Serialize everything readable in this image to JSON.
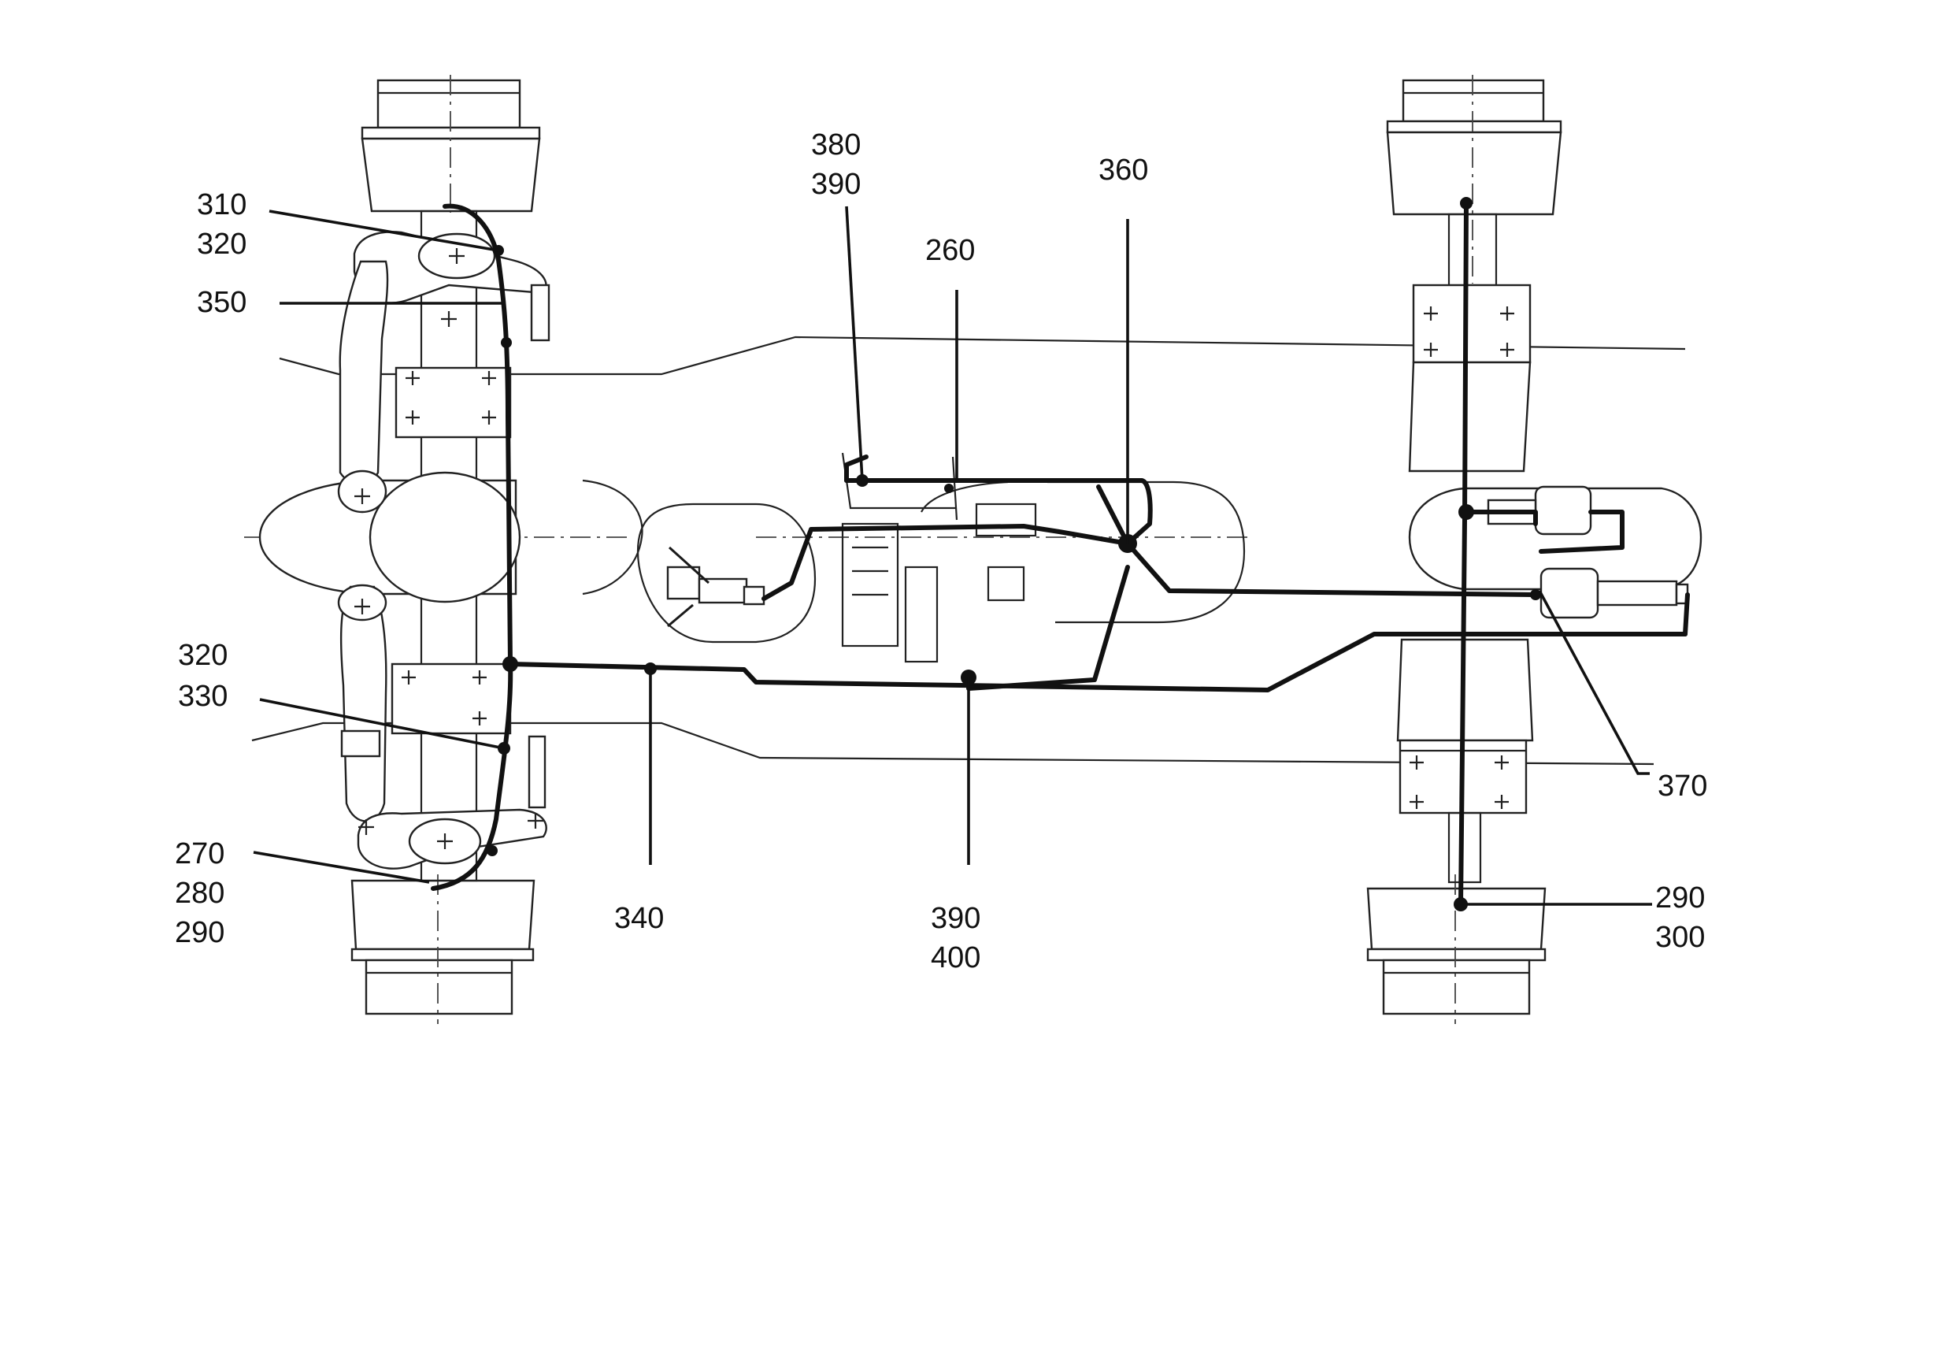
{
  "diagram": {
    "labels": {
      "l310": "310",
      "l320a": "320",
      "l350": "350",
      "l320b": "320",
      "l330": "330",
      "l270": "270",
      "l280": "280",
      "l290a": "290",
      "l340": "340",
      "l380": "380",
      "l390a": "390",
      "l260": "260",
      "l360": "360",
      "l390b": "390",
      "l400": "400",
      "l370": "370",
      "l290b": "290",
      "l300": "300"
    },
    "line_color": "#111111",
    "background": "#ffffff"
  }
}
